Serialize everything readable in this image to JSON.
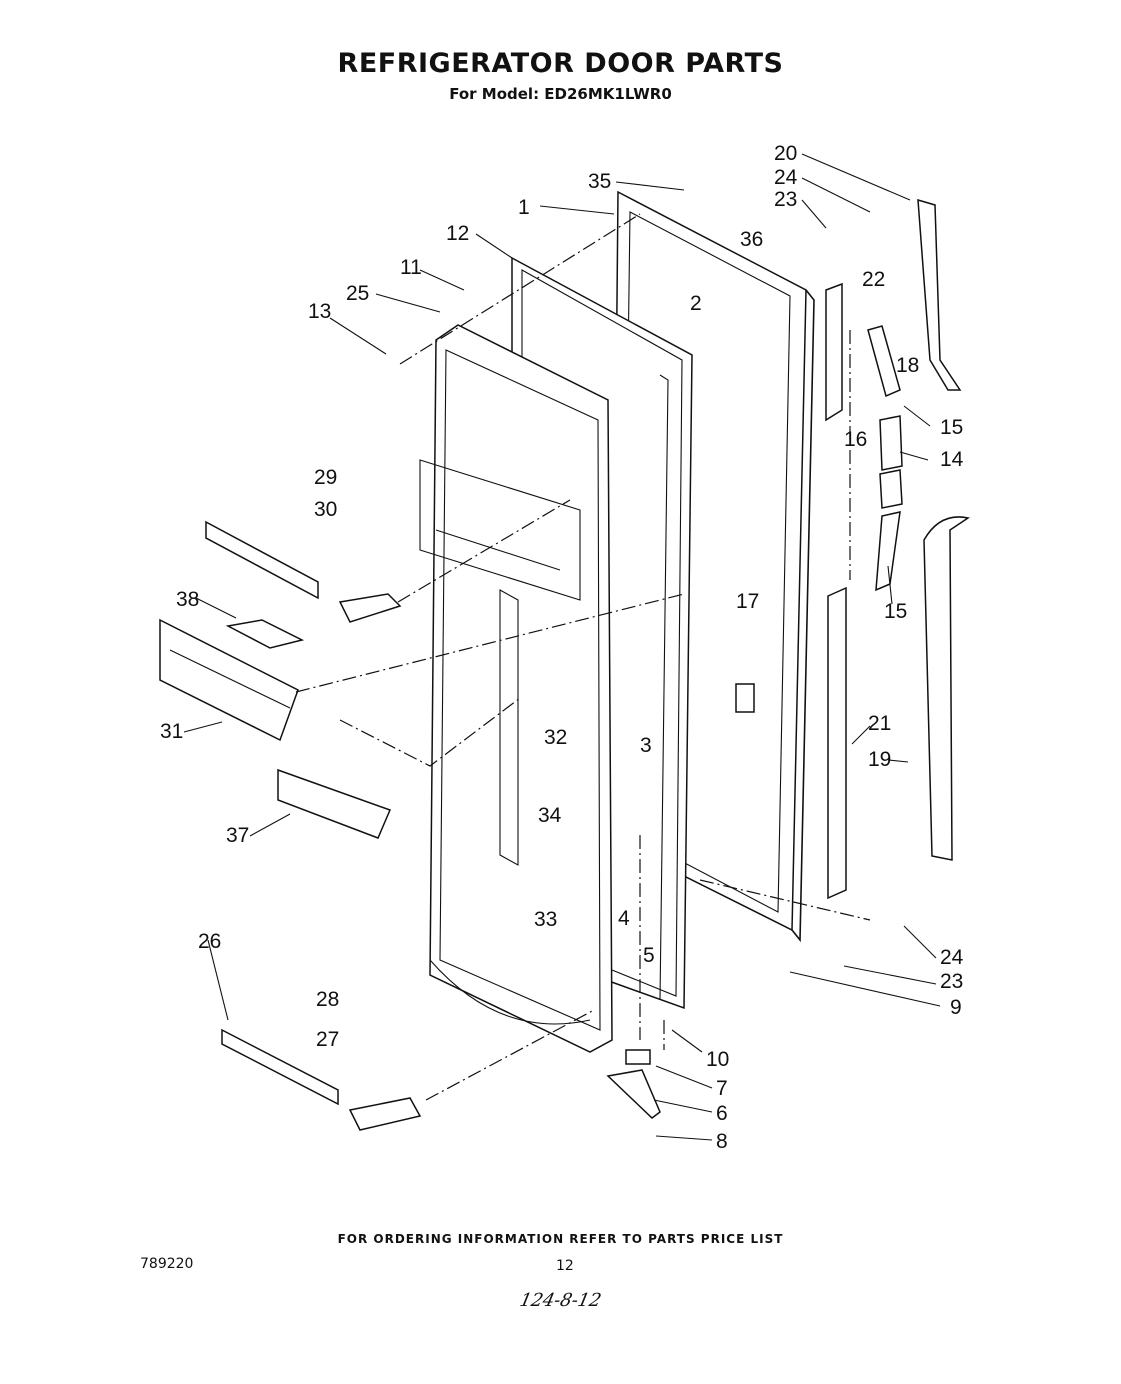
{
  "title": "REFRIGERATOR DOOR PARTS",
  "subtitle": "For Model: ED26MK1LWR0",
  "footer": "FOR ORDERING INFORMATION REFER TO PARTS PRICE LIST",
  "doc_number": "789220",
  "page_number": "12",
  "handwritten_note": "124-8-12",
  "callouts": [
    "1",
    "2",
    "3",
    "4",
    "5",
    "6",
    "7",
    "8",
    "9",
    "10",
    "11",
    "12",
    "13",
    "14",
    "15",
    "15",
    "16",
    "17",
    "18",
    "19",
    "20",
    "21",
    "22",
    "23",
    "23",
    "24",
    "24",
    "25",
    "26",
    "27",
    "28",
    "29",
    "30",
    "31",
    "32",
    "33",
    "34",
    "35",
    "36",
    "37",
    "38"
  ]
}
